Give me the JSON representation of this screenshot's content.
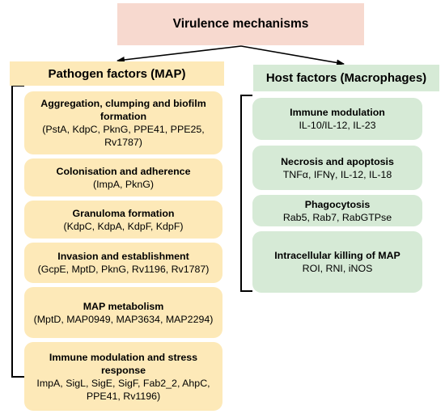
{
  "title": "Virulence mechanisms",
  "pathogen": {
    "title": "Pathogen factors (MAP)",
    "items": [
      {
        "title": "Aggregation, clumping and biofilm formation",
        "sub": "(PstA, KdpC, PknG, PPE41, PPE25, Rv1787)"
      },
      {
        "title": "Colonisation and adherence",
        "sub": "(ImpA, PknG)"
      },
      {
        "title": "Granuloma formation",
        "sub": "(KdpC, KdpA, KdpF, KdpF)"
      },
      {
        "title": "Invasion and establishment",
        "sub": "(GcpE, MptD, PknG, Rv1196, Rv1787)"
      },
      {
        "title": "MAP metabolism",
        "sub": "(MptD, MAP0949, MAP3634, MAP2294)"
      },
      {
        "title": "Immune modulation and stress response",
        "sub": "ImpA, SigL, SigE, SigF, Fab2_2, AhpC, PPE41, Rv1196)"
      }
    ]
  },
  "host": {
    "title": "Host factors (Macrophages)",
    "items": [
      {
        "title": "Immune modulation",
        "sub": "IL-10/IL-12, IL-23"
      },
      {
        "title": "Necrosis and apoptosis",
        "sub": "TNFα, IFNγ, IL-12, IL-18"
      },
      {
        "title": "Phagocytosis",
        "sub": "Rab5, Rab7, RabGTPse"
      },
      {
        "title": "Intracellular killing of MAP",
        "sub": "ROI, RNI, iNOS"
      }
    ]
  },
  "colors": {
    "root": "#f7d9cf",
    "pathogen": "#fde9b8",
    "host": "#d6ead6"
  }
}
